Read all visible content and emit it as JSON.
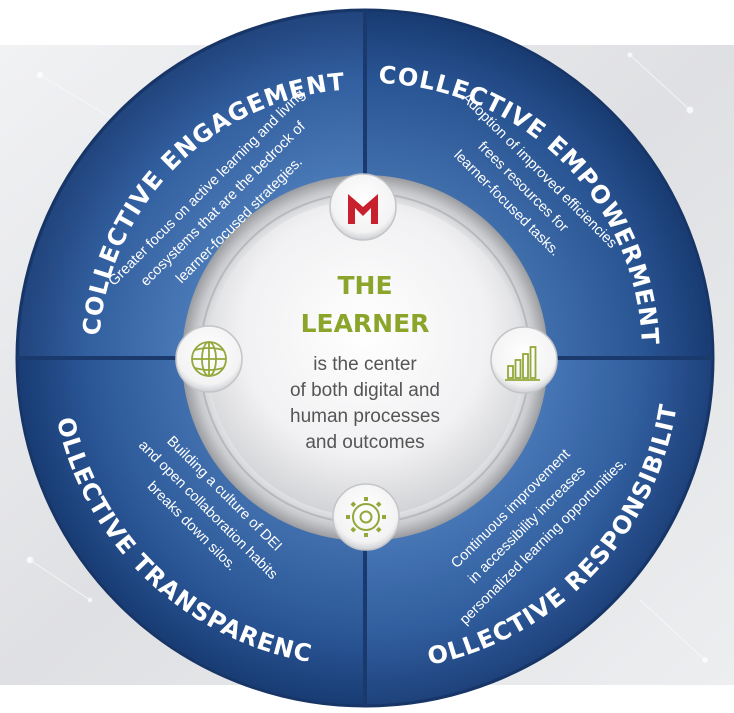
{
  "colors": {
    "quadrant_blue": "#2b5b9e",
    "quadrant_dark": "#1b3b72",
    "title_green": "#8ba42a",
    "center_text": "#555555",
    "icon_green": "#93a83a",
    "logo_red": "#c8202c",
    "background_gray": "#dcdde0"
  },
  "center": {
    "title_line1": "THE",
    "title_line2": "LEARNER",
    "body_lines": [
      "is the center",
      "of both digital and",
      "human processes",
      "and outcomes"
    ]
  },
  "quadrants": {
    "engagement": {
      "title": "COLLECTIVE ENGAGEMENT",
      "body_lines": [
        "Greater focus on active learning and living",
        "ecosystems that are the bedrock of",
        "learner-focused strategies."
      ]
    },
    "empowerment": {
      "title": "COLLECTIVE EMPOWERMENT",
      "body_lines": [
        "Adoption of improved efficiencies",
        "frees resources for",
        "learner-focused tasks."
      ]
    },
    "transparency": {
      "title": "COLLECTIVE TRANSPARENCY",
      "body_lines": [
        "Building a culture of DEI",
        "and open collaboration habits",
        "breaks down silos."
      ]
    },
    "responsibility": {
      "title": "COLLECTIVE RESPONSIBILITY",
      "body_lines": [
        "Continuous improvement",
        "in accessibility increases",
        "personalized learning opportunities."
      ]
    }
  },
  "icons": {
    "top": "m-logo-icon",
    "right": "bar-chart-icon",
    "bottom": "gear-icon",
    "left": "globe-icon"
  }
}
